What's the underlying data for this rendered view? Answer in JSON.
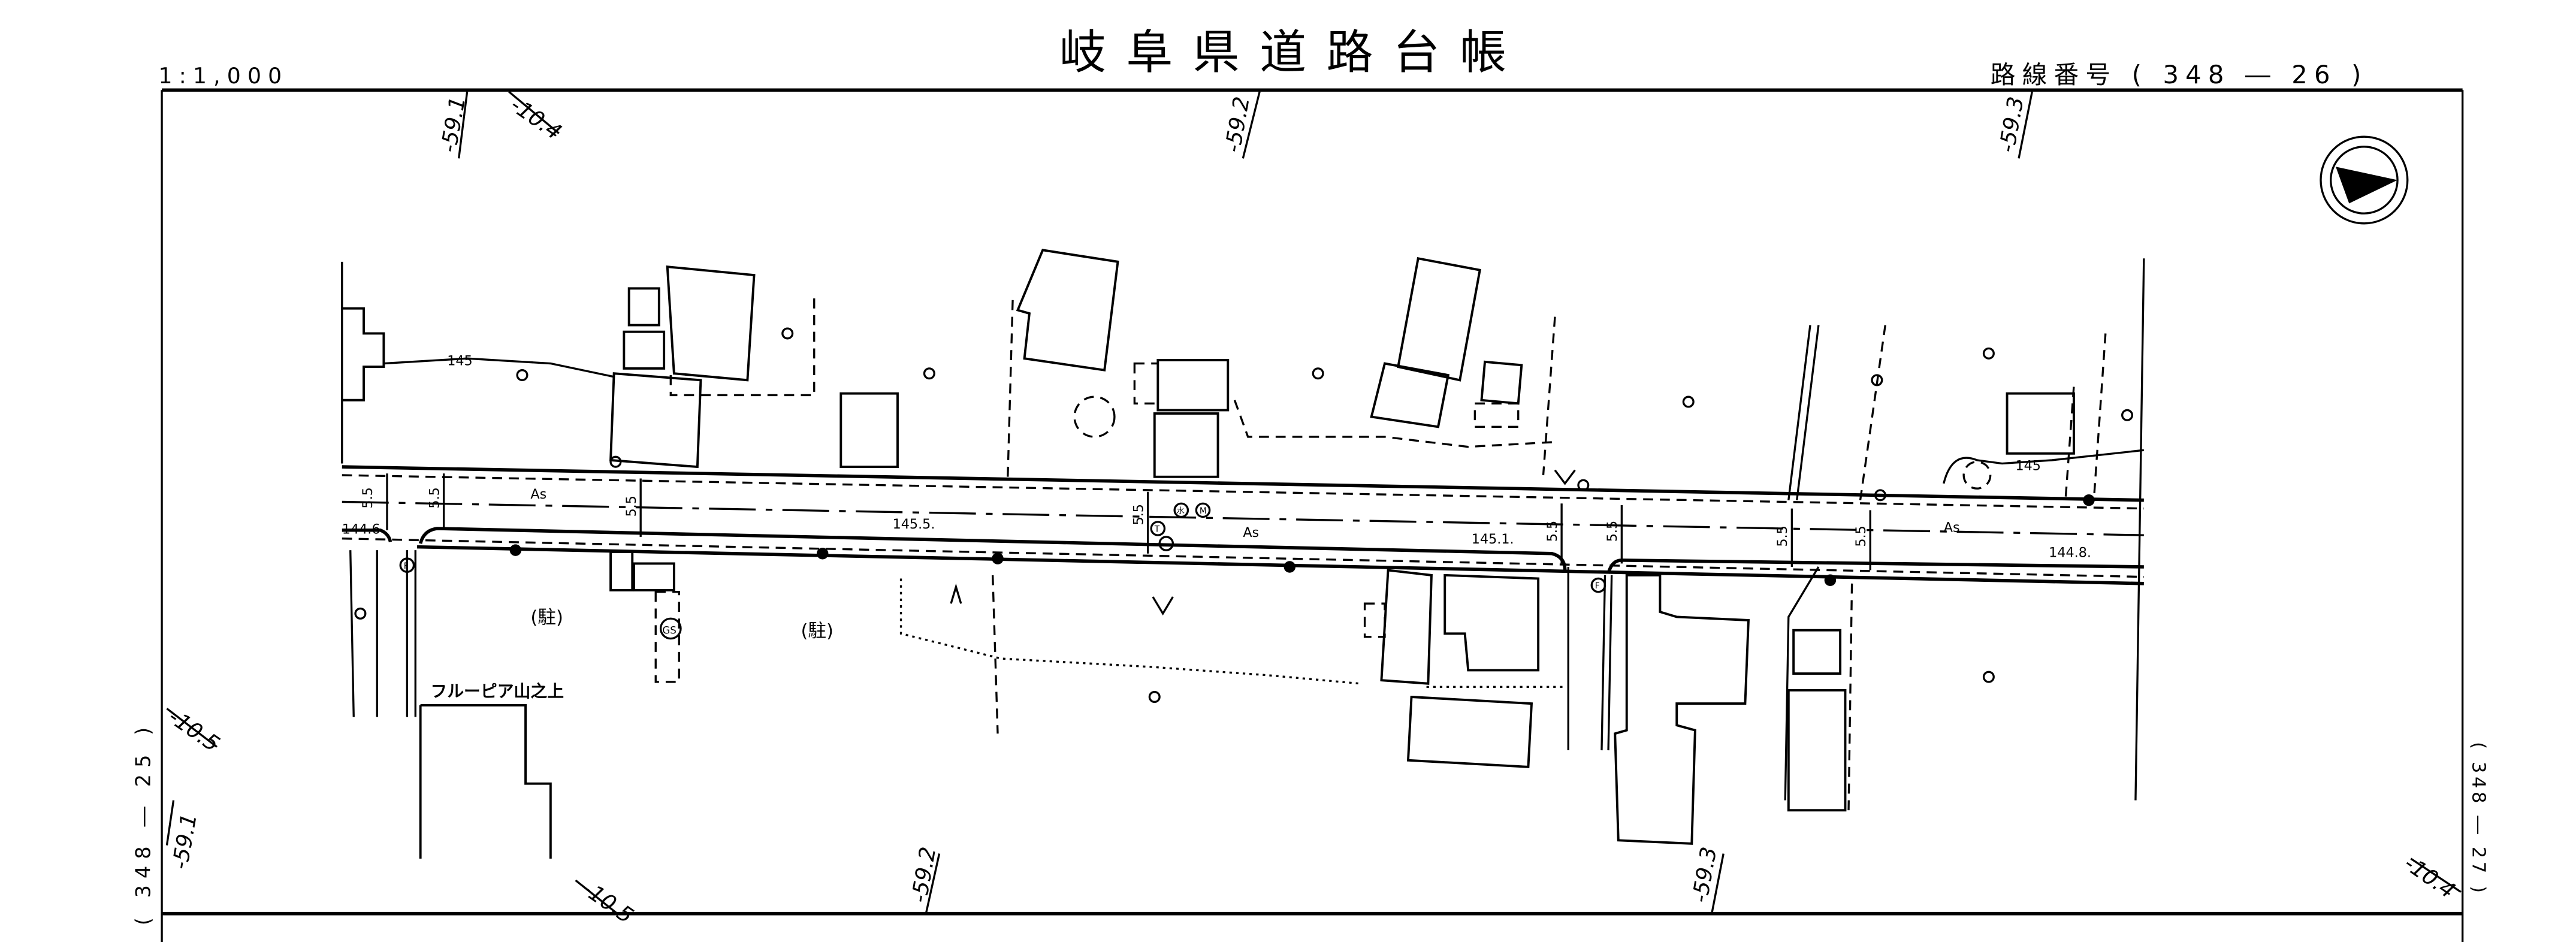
{
  "header": {
    "title": "岐阜県道路台帳",
    "scale": "1:1,000",
    "route_number": "路線番号 ( 348 ― 26 )"
  },
  "side_labels": {
    "left": "( 348 ― 25 )",
    "right": "( 348 ― 27 )"
  },
  "grid_labels": {
    "top": [
      "-59.1",
      "-10.4",
      "-59.2",
      "-59.3"
    ],
    "left": [
      "-10.5",
      "-59.1"
    ],
    "bottom": [
      "-10.5",
      "-59.2",
      "-59.3"
    ],
    "right": [
      "-10.4"
    ]
  },
  "map": {
    "surface_labels": [
      "As",
      "As",
      "As"
    ],
    "elevations": [
      "144.6",
      "145.5.",
      "145.1.",
      "144.8."
    ],
    "contours": [
      "145",
      "145"
    ],
    "widths": [
      "5.5",
      "5.5",
      "5.5",
      "5.5",
      "5.5",
      "5.5",
      "5.5",
      "5.5"
    ],
    "parking_labels": [
      "(駐)",
      "(駐)"
    ],
    "building_name": "フルーピア山之上",
    "symbols": {
      "gas_station": "GS",
      "fire": "F",
      "telephone": "T",
      "water": "水",
      "manhole": "M"
    }
  },
  "compass": {
    "icon": "north-arrow-icon"
  }
}
